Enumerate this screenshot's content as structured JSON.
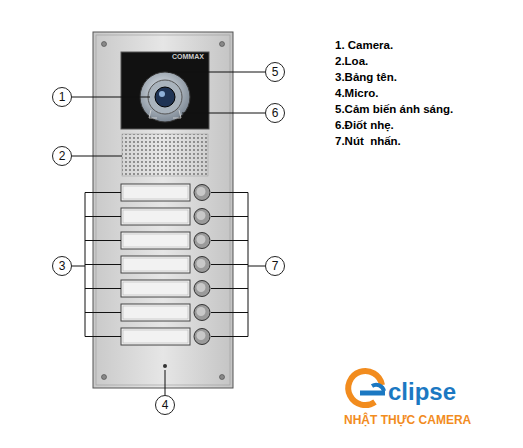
{
  "diagram": {
    "nodes": [
      {
        "text": [
          "1"
        ]
      },
      {
        "text": [
          "5"
        ]
      },
      {
        "text": [
          "6"
        ]
      },
      {
        "text": [
          "2"
        ]
      },
      {
        "text": [
          "3"
        ]
      },
      {
        "text": [
          "7"
        ]
      },
      {
        "text": [
          "4"
        ]
      }
    ],
    "labels": [
      "COMMAX",
      "1. Camera.",
      "2.Loa.",
      "3.Bảng tên.",
      "4.Micro.",
      "5.Cảm biến ánh sáng.",
      "6.Điốt nhẹ.",
      "7.Nút  nhấn.",
      "clipse",
      "NHẬT THỰC CAMERA"
    ]
  }
}
